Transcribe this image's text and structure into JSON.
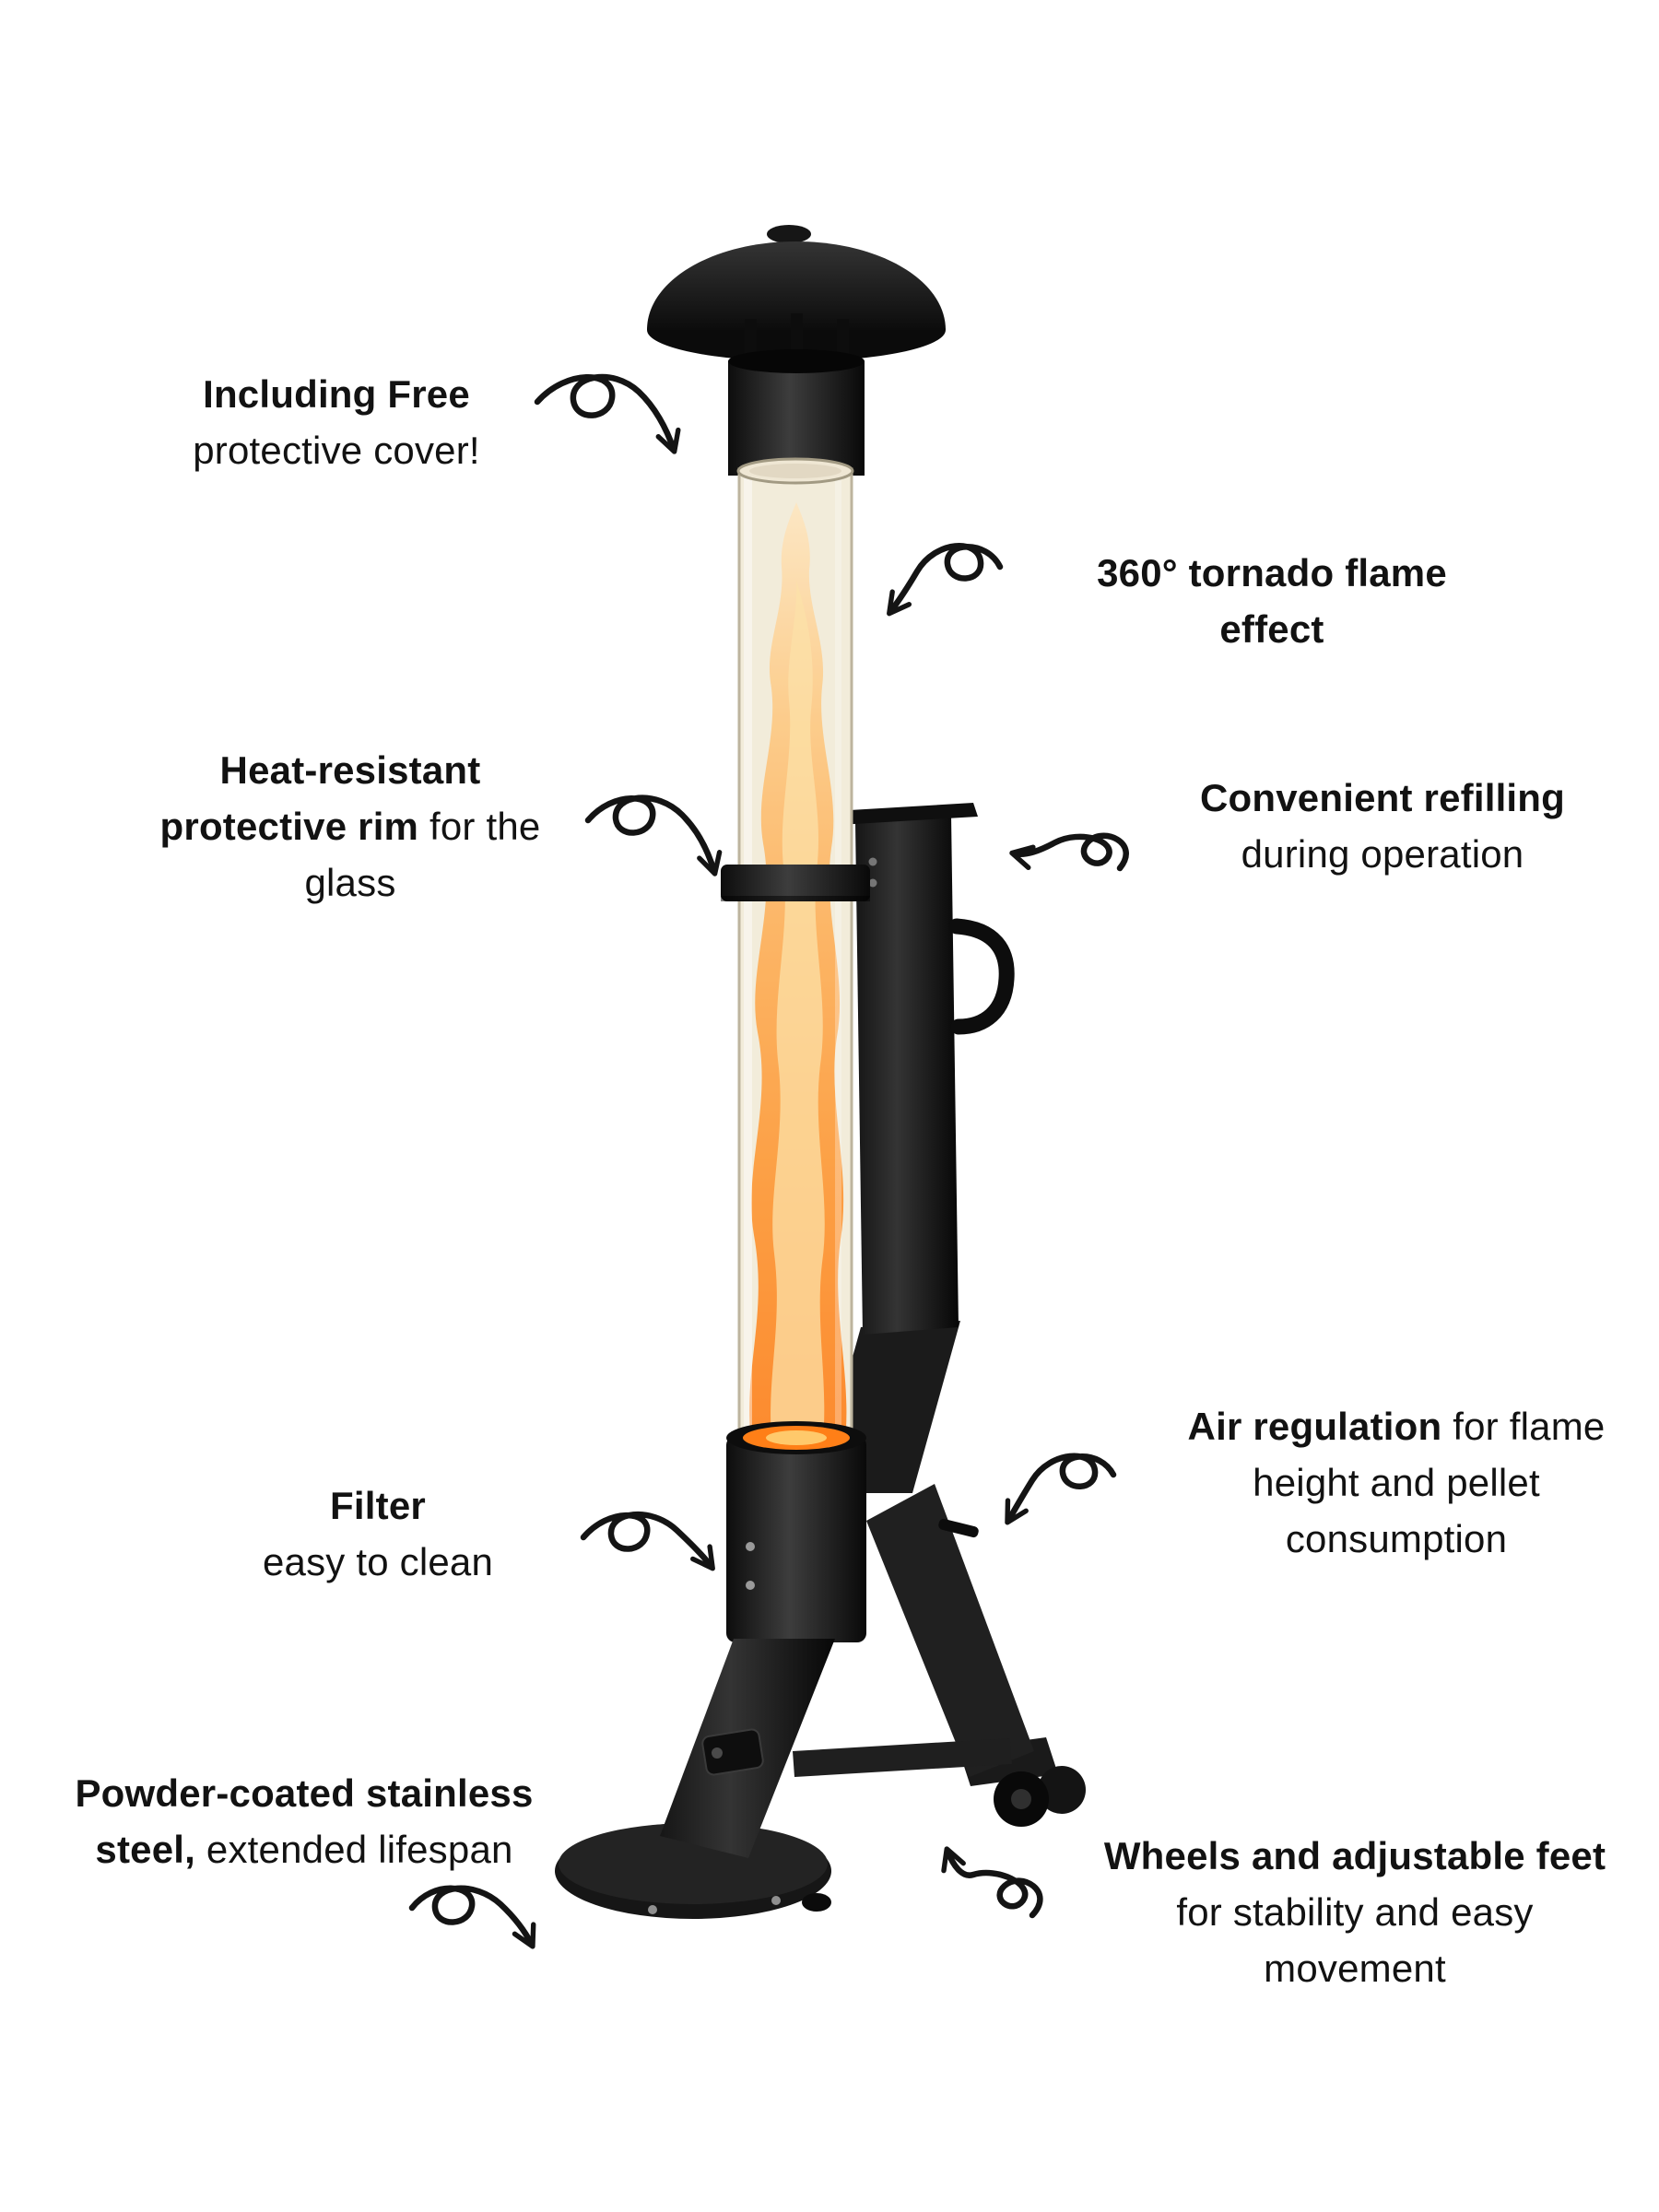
{
  "page": {
    "background": "#ffffff"
  },
  "colors": {
    "body_black": "#1c1c1c",
    "flame_orange": "#ff8c1a",
    "flame_light": "#ffe0a6",
    "glass_tint": "#f1ead8",
    "text": "#121212"
  },
  "illustration": {
    "subject": "pellet patio heater with tornado flame glass tube"
  },
  "callouts": {
    "cover": {
      "line1_bold": "Including Free",
      "line2": "protective cover!"
    },
    "tornado": {
      "line1_bold": "360° tornado flame",
      "line2_bold": "effect"
    },
    "rim": {
      "line1_bold": "Heat-resistant",
      "line2_bold": "protective rim",
      "line2_rest": "for the",
      "line3": "glass"
    },
    "refill": {
      "line1_bold": "Convenient refilling",
      "line2": "during operation"
    },
    "air": {
      "line1_bold": "Air regulation",
      "line1_rest": "for flame",
      "line2": "height and pellet",
      "line3": "consumption"
    },
    "filter": {
      "line1_bold": "Filter",
      "line2": "easy to clean"
    },
    "steel": {
      "line1_bold": "Powder-coated stainless",
      "line2_bold": "steel,",
      "line2_rest": "extended lifespan"
    },
    "wheels": {
      "line1_bold": "Wheels and adjustable feet",
      "line2": "for stability and easy",
      "line3": "movement"
    }
  }
}
